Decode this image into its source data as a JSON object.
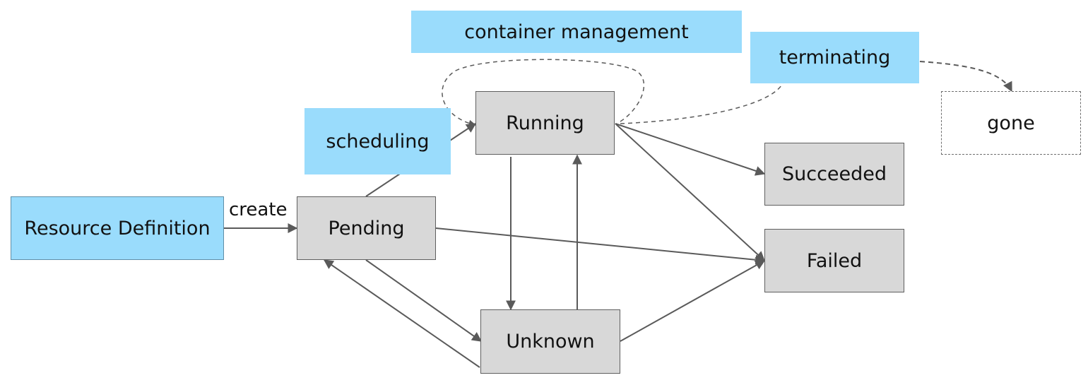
{
  "nodes": {
    "resource_definition": "Resource Definition",
    "pending": "Pending",
    "running": "Running",
    "unknown": "Unknown",
    "succeeded": "Succeeded",
    "failed": "Failed",
    "gone": "gone"
  },
  "phases": {
    "container_management": "container management",
    "terminating": "terminating",
    "scheduling": "scheduling"
  },
  "edge_labels": {
    "create": "create"
  },
  "colors": {
    "state_fill": "#d8d8d8",
    "phase_fill": "#9adcfc",
    "edge": "#5a5a5a"
  }
}
